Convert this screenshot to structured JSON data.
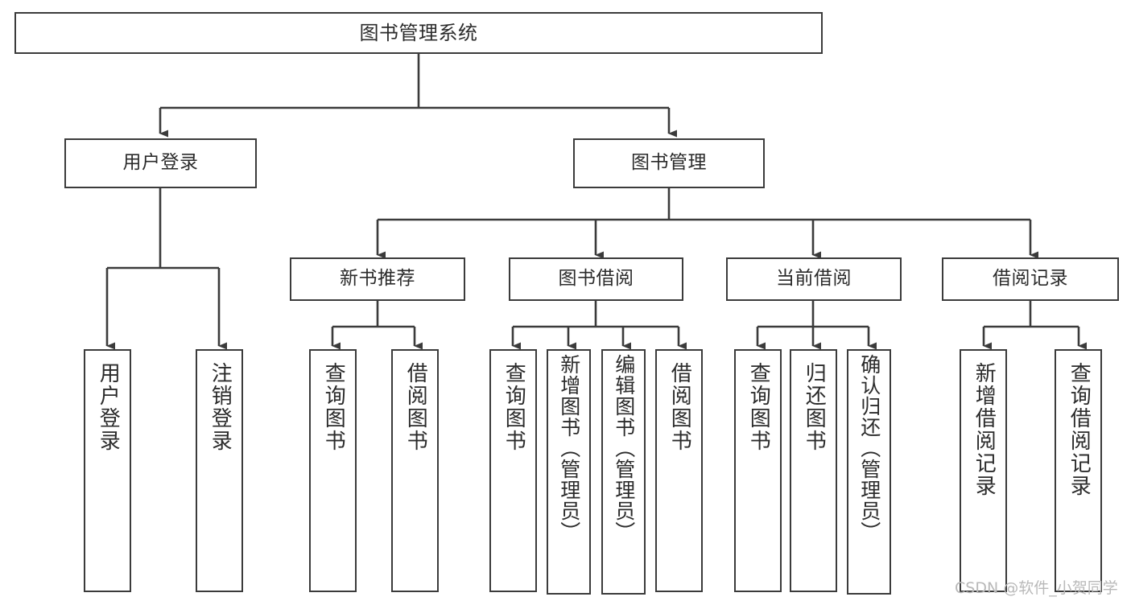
{
  "diagram": {
    "title": "图书管理系统",
    "type": "tree-hierarchy-chart",
    "orientation": "top-down",
    "colors": {
      "background": "#ffffff",
      "border": "#3b3b3b",
      "connector": "#3b3b3b",
      "text": "#2b2b2b",
      "watermark": "#b9b9b9"
    },
    "root": {
      "id": "root",
      "label": "图书管理系统"
    },
    "level1": [
      {
        "id": "user-login",
        "label": "用户登录"
      },
      {
        "id": "book-manage",
        "label": "图书管理"
      }
    ],
    "level2": [
      {
        "id": "new-book-recommend",
        "label": "新书推荐",
        "parent": "book-manage"
      },
      {
        "id": "book-borrow",
        "label": "图书借阅",
        "parent": "book-manage"
      },
      {
        "id": "current-borrow",
        "label": "当前借阅",
        "parent": "book-manage"
      },
      {
        "id": "borrow-record",
        "label": "借阅记录",
        "parent": "book-manage"
      }
    ],
    "leaves": [
      {
        "id": "leaf-user-login",
        "label": "用户登录",
        "parent": "user-login"
      },
      {
        "id": "leaf-user-logout",
        "label": "注销登录",
        "parent": "user-login"
      },
      {
        "id": "leaf-query-book-1",
        "label": "查询图书",
        "parent": "new-book-recommend"
      },
      {
        "id": "leaf-borrow-book-1",
        "label": "借阅图书",
        "parent": "new-book-recommend"
      },
      {
        "id": "leaf-query-book-2",
        "label": "查询图书",
        "parent": "book-borrow"
      },
      {
        "id": "leaf-add-book",
        "label": "新增图书（管理员）",
        "parent": "book-borrow"
      },
      {
        "id": "leaf-edit-book",
        "label": "编辑图书（管理员）",
        "parent": "book-borrow"
      },
      {
        "id": "leaf-borrow-book-2",
        "label": "借阅图书",
        "parent": "book-borrow"
      },
      {
        "id": "leaf-query-book-3",
        "label": "查询图书",
        "parent": "current-borrow"
      },
      {
        "id": "leaf-return-book",
        "label": "归还图书",
        "parent": "current-borrow"
      },
      {
        "id": "leaf-confirm-return",
        "label": "确认归还（管理员）",
        "parent": "current-borrow"
      },
      {
        "id": "leaf-add-record",
        "label": "新增借阅记录",
        "parent": "borrow-record"
      },
      {
        "id": "leaf-query-record",
        "label": "查询借阅记录",
        "parent": "borrow-record"
      }
    ]
  },
  "watermark": {
    "text": "CSDN @软件_小贺同学"
  }
}
